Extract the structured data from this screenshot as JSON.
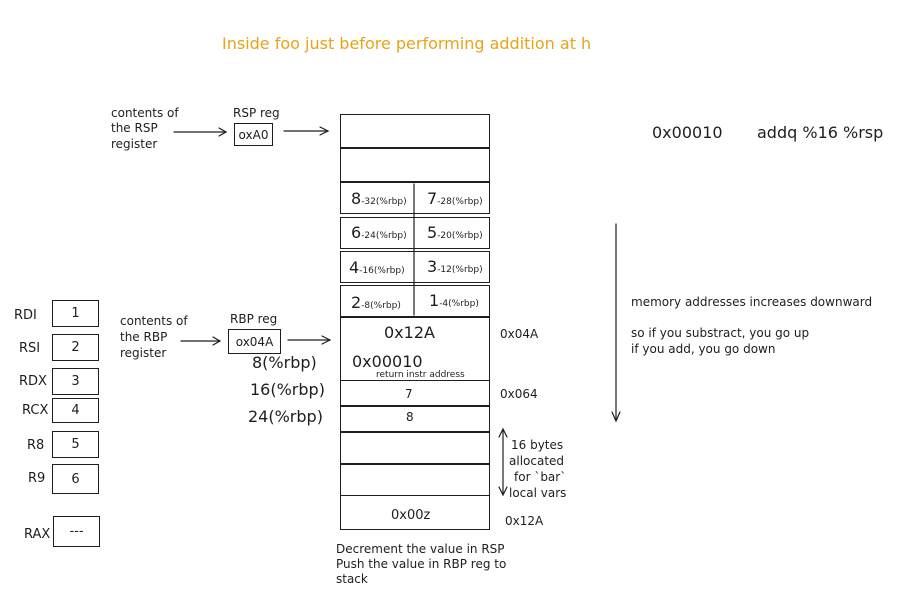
{
  "title": "Inside foo just before performing addition at h",
  "rsp": {
    "note": [
      "contents of",
      "the RSP",
      "register"
    ],
    "reg_label": "RSP reg",
    "value": "oxA0"
  },
  "rbp": {
    "note": [
      "contents of",
      "the RBP",
      "register"
    ],
    "reg_label": "RBP reg",
    "value": "ox04A"
  },
  "instruction": {
    "address": "0x00010",
    "text": "addq %16 %rsp"
  },
  "slots": [
    {
      "left_num": "8",
      "left_off": "-32(%rbp)",
      "right_num": "7",
      "right_off": "-28(%rbp)"
    },
    {
      "left_num": "6",
      "left_off": "-24(%rbp)",
      "right_num": "5",
      "right_off": "-20(%rbp)"
    },
    {
      "left_num": "4",
      "left_off": "-16(%rbp)",
      "right_num": "3",
      "right_off": "-12(%rbp)"
    },
    {
      "left_num": "2",
      "left_off": "-8(%rbp)",
      "right_num": "1",
      "right_off": "-4(%rbp)"
    }
  ],
  "stack": {
    "saved_rbp": "0x12A",
    "return_addr": "0x00010",
    "return_caption": "return instr address",
    "arg7": "7",
    "arg8": "8",
    "bottom": "0x00z"
  },
  "offsets": [
    "8(%rbp)",
    "16(%rbp)",
    "24(%rbp)"
  ],
  "addresses": {
    "saved_rbp_addr": "0x04A",
    "arg7_addr": "0x064",
    "bottom_addr": "0x12A"
  },
  "allocated_note": [
    "16 bytes",
    "allocated",
    "for `bar`",
    "local vars"
  ],
  "notes": {
    "direction": "memory addresses increases downward",
    "line1": "so if you substract, you go up",
    "line2": "if you add, you go down"
  },
  "bottom_notes": [
    "Decrement the value in RSP",
    "Push the value in RBP reg to",
    "stack"
  ],
  "registers": [
    {
      "name": "RDI",
      "value": "1"
    },
    {
      "name": "RSI",
      "value": "2"
    },
    {
      "name": "RDX",
      "value": "3"
    },
    {
      "name": "RCX",
      "value": "4"
    },
    {
      "name": "R8",
      "value": "5"
    },
    {
      "name": "R9",
      "value": "6"
    },
    {
      "name": "RAX",
      "value": "---"
    }
  ],
  "colors": {
    "title": "#e8a318",
    "stroke": "#1e1e1e"
  }
}
